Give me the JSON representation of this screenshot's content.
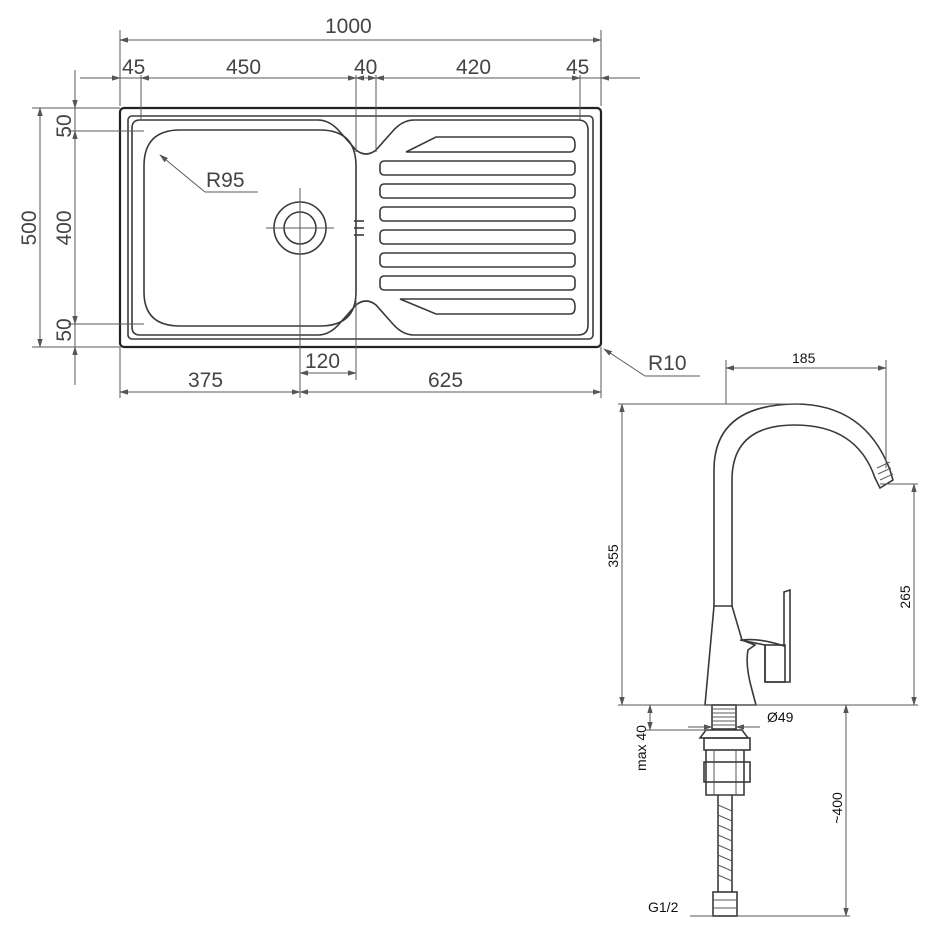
{
  "sink": {
    "dim_total_width": "1000",
    "dim_left_margin": "45",
    "dim_bowl_width": "450",
    "dim_gap": "40",
    "dim_drainer_width": "420",
    "dim_right_margin": "45",
    "dim_total_height": "500",
    "dim_top_margin": "50",
    "dim_bowl_height": "400",
    "dim_bottom_margin": "50",
    "dim_corner_radius": "R95",
    "dim_tap_hole_offset": "120",
    "dim_left_part": "375",
    "dim_right_part": "625",
    "dim_outer_radius": "R10"
  },
  "tap": {
    "dim_reach": "185",
    "dim_total_height": "355",
    "dim_spout_height": "265",
    "dim_base_diameter": "Ø49",
    "dim_max_thickness": "max 40",
    "dim_hose_length": "~400",
    "dim_thread": "G1/2"
  }
}
